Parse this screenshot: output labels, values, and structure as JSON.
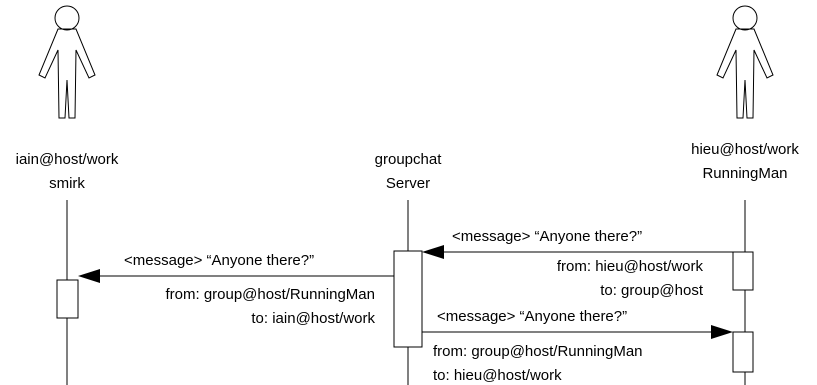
{
  "participants": {
    "left": {
      "line1": "iain@host/work",
      "line2": "smirk"
    },
    "center": {
      "line1": "groupchat",
      "line2": "Server"
    },
    "right": {
      "line1": "hieu@host/work",
      "line2": "RunningMan"
    }
  },
  "messages": [
    {
      "label": "<message> “Anyone there?”",
      "from": "from:  hieu@host/work",
      "to": "to:  group@host"
    },
    {
      "label": "<message> “Anyone there?”",
      "from": "from: group@host/RunningMan",
      "to": "to:  iain@host/work"
    },
    {
      "label": "<message> “Anyone there?”",
      "from": "from: group@host/RunningMan",
      "to": "to:  hieu@host/work"
    }
  ]
}
